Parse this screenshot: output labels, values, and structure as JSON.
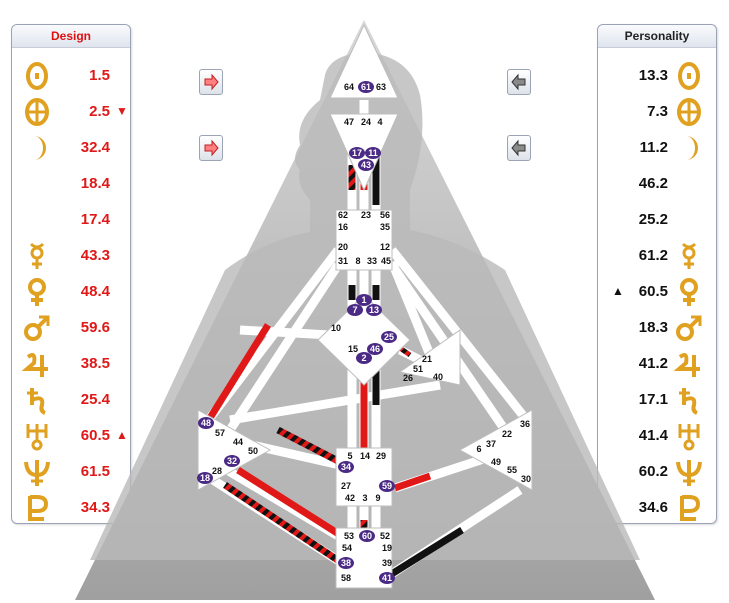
{
  "design": {
    "title": "Design",
    "rows": [
      {
        "planet": "sun-icon",
        "value": "1.5",
        "mark": ""
      },
      {
        "planet": "earth-icon",
        "value": "2.5",
        "mark": "▼"
      },
      {
        "planet": "moon-icon",
        "value": "32.4",
        "mark": ""
      },
      {
        "planet": "north-node-icon",
        "value": "18.4",
        "mark": ""
      },
      {
        "planet": "south-node-icon",
        "value": "17.4",
        "mark": ""
      },
      {
        "planet": "mercury-icon",
        "value": "43.3",
        "mark": ""
      },
      {
        "planet": "venus-icon",
        "value": "48.4",
        "mark": ""
      },
      {
        "planet": "mars-icon",
        "value": "59.6",
        "mark": ""
      },
      {
        "planet": "jupiter-icon",
        "value": "38.5",
        "mark": ""
      },
      {
        "planet": "saturn-icon",
        "value": "25.4",
        "mark": ""
      },
      {
        "planet": "uranus-icon",
        "value": "60.5",
        "mark": "▲"
      },
      {
        "planet": "neptune-icon",
        "value": "61.5",
        "mark": ""
      },
      {
        "planet": "pluto-icon",
        "value": "34.3",
        "mark": ""
      }
    ]
  },
  "personality": {
    "title": "Personality",
    "rows": [
      {
        "planet": "sun-icon",
        "value": "13.3",
        "mark": ""
      },
      {
        "planet": "earth-icon",
        "value": "7.3",
        "mark": ""
      },
      {
        "planet": "moon-icon",
        "value": "11.2",
        "mark": ""
      },
      {
        "planet": "north-node-icon",
        "value": "46.2",
        "mark": ""
      },
      {
        "planet": "south-node-icon",
        "value": "25.2",
        "mark": ""
      },
      {
        "planet": "mercury-icon",
        "value": "61.2",
        "mark": ""
      },
      {
        "planet": "venus-icon",
        "value": "60.5",
        "mark": "▲"
      },
      {
        "planet": "mars-icon",
        "value": "18.3",
        "mark": ""
      },
      {
        "planet": "jupiter-icon",
        "value": "41.2",
        "mark": ""
      },
      {
        "planet": "saturn-icon",
        "value": "17.1",
        "mark": ""
      },
      {
        "planet": "uranus-icon",
        "value": "41.4",
        "mark": ""
      },
      {
        "planet": "neptune-icon",
        "value": "60.2",
        "mark": ""
      },
      {
        "planet": "pluto-icon",
        "value": "34.6",
        "mark": ""
      }
    ]
  },
  "colors": {
    "design": "#e01818",
    "personality": "#111111",
    "glyph": "#e0a020",
    "active_gate": "#4b2a86",
    "channel": "#ffffff",
    "body": "#a8a8a8"
  },
  "gates": {
    "head": [
      "64",
      "61",
      "63"
    ],
    "ajna": [
      "47",
      "24",
      "4",
      "17",
      "11",
      "43"
    ],
    "throat": [
      "62",
      "23",
      "56",
      "16",
      "35",
      "20",
      "12",
      "31",
      "8",
      "33",
      "45"
    ],
    "g": [
      "10",
      "1",
      "7",
      "13",
      "15",
      "46",
      "25",
      "2"
    ],
    "heart": [
      "21",
      "51",
      "26",
      "40"
    ],
    "spleen": [
      "48",
      "57",
      "44",
      "50",
      "32",
      "28",
      "18"
    ],
    "solar": [
      "36",
      "22",
      "37",
      "6",
      "49",
      "55",
      "30"
    ],
    "sacral": [
      "5",
      "14",
      "29",
      "34",
      "27",
      "59",
      "42",
      "3",
      "9"
    ],
    "root": [
      "53",
      "60",
      "52",
      "54",
      "19",
      "38",
      "39",
      "58",
      "41"
    ]
  },
  "nav": {
    "prev": "previous-arrow",
    "next": "next-arrow"
  }
}
